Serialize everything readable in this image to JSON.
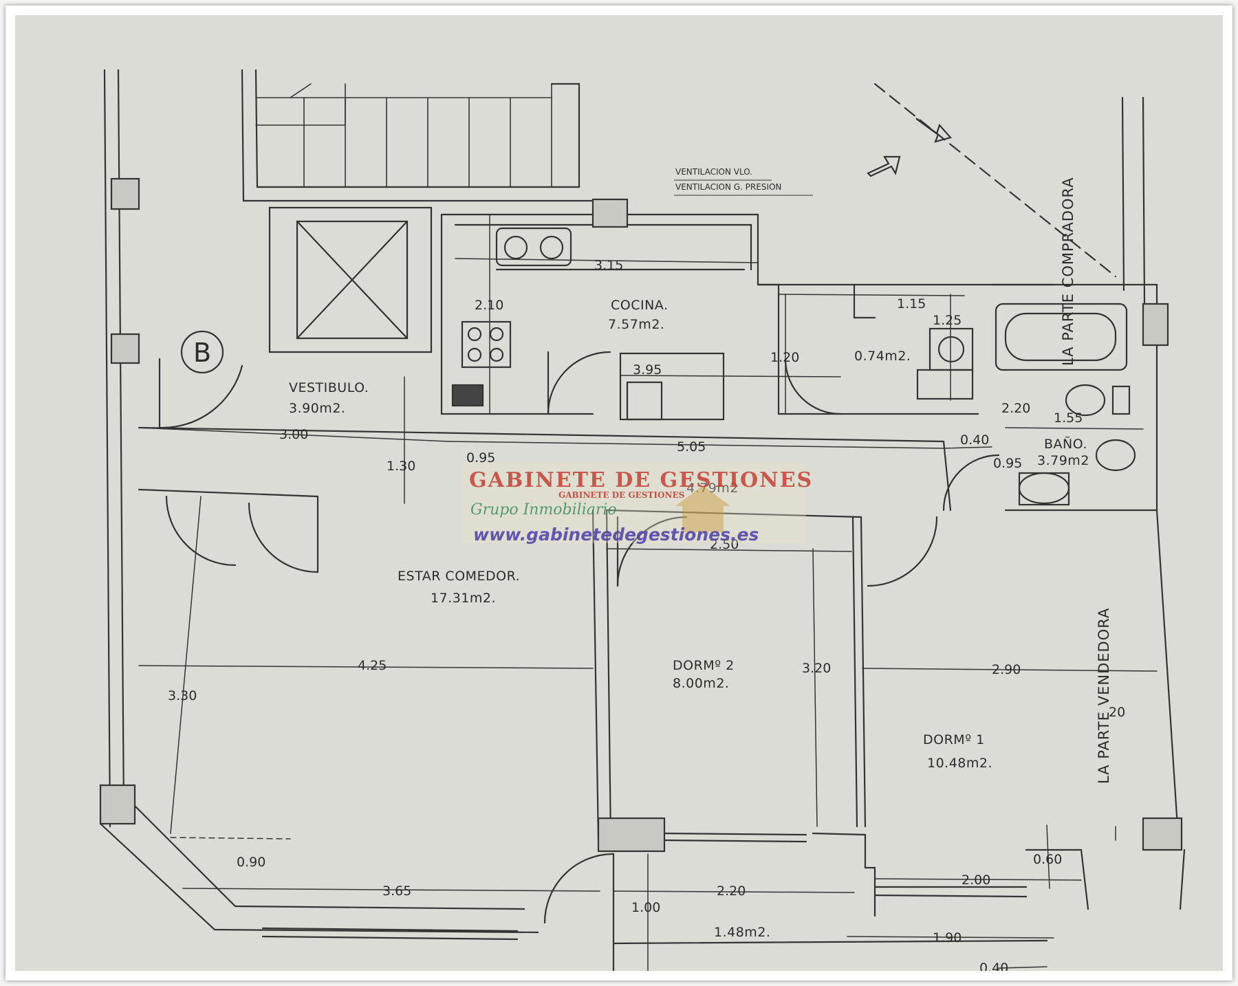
{
  "plan": {
    "rooms": {
      "cocina_name": "COCINA.",
      "cocina_area": "7.57m2.",
      "vestibulo_name": "VESTIBULO.",
      "vestibulo_area": "3.90m2.",
      "estar_name": "ESTAR COMEDOR.",
      "estar_area": "17.31m2.",
      "dorm2_name": "DORMº 2",
      "dorm2_area": "8.00m2.",
      "dorm1_name": "DORMº 1",
      "dorm1_area": "10.48m2.",
      "bano_name": "BAÑO.",
      "bano_area": "3.79m2",
      "lavadero_area": "0.74m2.",
      "terraza_area": "1.48m2.",
      "pasillo_area": "4.79m2",
      "stair_marker": "B"
    },
    "notes": {
      "ventilacion_1": "VENTILACION VLO.",
      "ventilacion_2": "VENTILACION G. PRESION"
    },
    "sides": {
      "compradora": "LA PARTE COMPRADORA",
      "vendedora": "LA PARTE VENDEDORA"
    },
    "dimensions": {
      "d_3_15": "3.15",
      "d_2_10": "2.10",
      "d_1_15": "1.15",
      "d_1_25": "1.25",
      "d_1_20": "1.20",
      "d_3_95": "3.95",
      "d_2_20_bath": "2.20",
      "d_1_55": "1.55",
      "d_3_00": "3.00",
      "d_0_95_a": "0.95",
      "d_5_05": "5.05",
      "d_0_40_a": "0.40",
      "d_0_95_b": "0.95",
      "d_1_30": "1.30",
      "d_2_50": "2.50",
      "d_4_25": "4.25",
      "d_3_20": "3.20",
      "d_2_90": "2.90",
      "d_3_30": "3.30",
      "d_20": "20",
      "d_0_90": "0.90",
      "d_3_65": "3.65",
      "d_2_20_front": "2.20",
      "d_1_00": "1.00",
      "d_2_00": "2.00",
      "d_0_60": "0.60",
      "d_1_90": "1.90",
      "d_0_40_b": "0.40"
    },
    "watermark": {
      "title": "GABINETE DE GESTIONES",
      "subtitle": "GABINETE DE GESTIONES",
      "group": "Grupo Inmobiliario",
      "url": "www.gabinetedegestiones.es"
    }
  }
}
